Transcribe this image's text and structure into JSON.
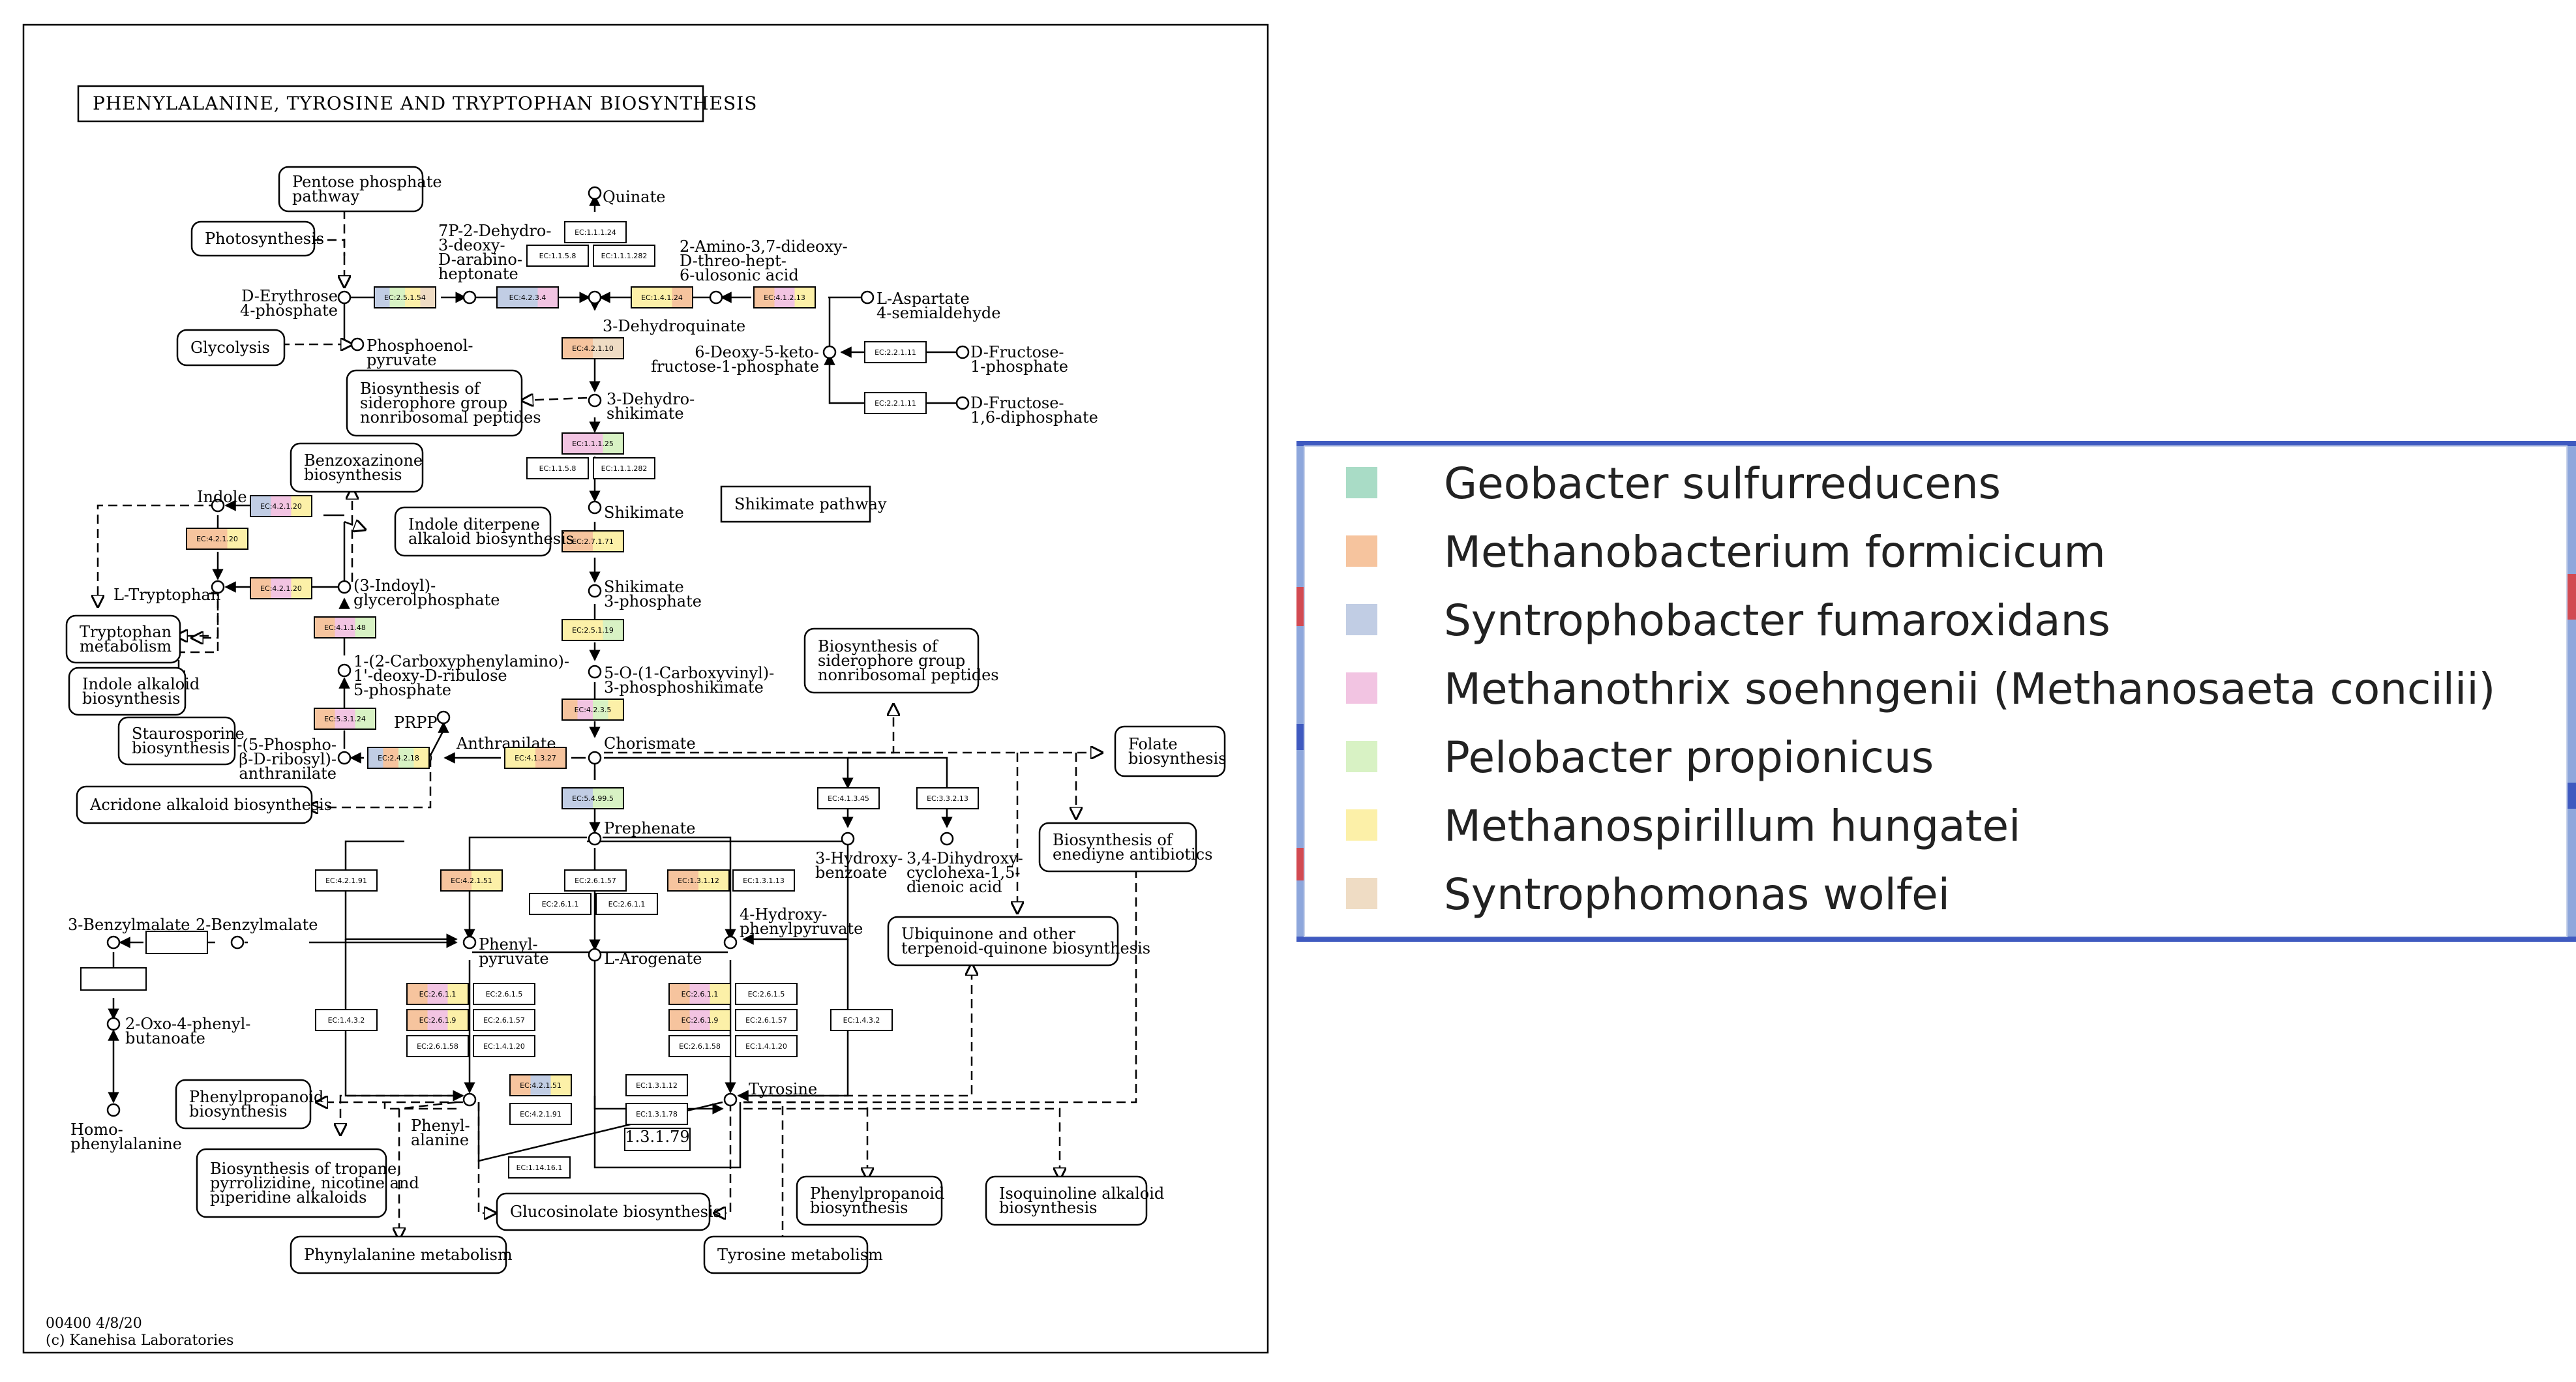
{
  "title": "PHENYLALANINE, TYROSINE AND TRYPTOPHAN BIOSYNTHESIS",
  "footer": {
    "code": "00400 4/8/20",
    "copyright": "(c) Kanehisa Laboratories"
  },
  "colors": {
    "Geobacter sulfurreducens": "#a9dcc6",
    "Methanobacterium formicicum": "#f6c49e",
    "Syntrophobacter fumaroxidans": "#c1cde4",
    "Methanothrix soehngenii (Methanosaeta concilii)": "#f2c4e2",
    "Pelobacter propionicus": "#d8f2c4",
    "Methanospirillum hungatei": "#fcf0a8",
    "Syntrophomonas wolfei": "#efdcc4"
  },
  "legend": {
    "items": [
      {
        "label": "Geobacter sulfurreducens",
        "color": "#a9dcc6"
      },
      {
        "label": "Methanobacterium formicicum",
        "color": "#f6c49e"
      },
      {
        "label": "Syntrophobacter fumaroxidans",
        "color": "#c1cde4"
      },
      {
        "label": "Methanothrix soehngenii (Methanosaeta concilii)",
        "color": "#f2c4e2"
      },
      {
        "label": "Pelobacter propionicus",
        "color": "#d8f2c4"
      },
      {
        "label": "Methanospirillum hungatei",
        "color": "#fcf0a8"
      },
      {
        "label": "Syntrophomonas wolfei",
        "color": "#efdcc4"
      }
    ]
  },
  "maps": [
    "Pentose phosphate pathway",
    "Photosynthesis",
    "Glycolysis",
    "Biosynthesis of siderophore group nonribosomal peptides",
    "Benzoxazinone biosynthesis",
    "Indole diterpene alkaloid biosynthesis",
    "Tryptophan metabolism",
    "Indole alkaloid biosynthesis",
    "Staurosporine biosynthesis",
    "Acridone alkaloid biosynthesis",
    "Shikimate pathway",
    "Folate biosynthesis",
    "Biosynthesis of enediyne antibiotics",
    "Ubiquinone and other terpenoid-quinone biosynthesis",
    "Phenylpropanoid biosynthesis",
    "Biosynthesis of tropane, pyrrolizidine, nicotine and piperidine alkaloids",
    "Glucosinolate biosynthesis",
    "Phenylalanine metabolism",
    "Tyrosine metabolism",
    "Isoquinoline alkaloid biosynthesis"
  ],
  "compounds": [
    "Quinate",
    "D-Erythrose 4-phosphate",
    "7P-2-Dehydro-3-deoxy-D-arabino-heptonate",
    "2-Amino-3,7-dideoxy-D-threo-hept-6-ulosonic acid",
    "L-Aspartate 4-semialdehyde",
    "3-Dehydroquinate",
    "Phosphoenol-pyruvate",
    "6-Deoxy-5-keto-fructose-1-phosphate",
    "D-Fructose-1-phosphate",
    "D-Fructose-1,6-diphosphate",
    "3-Dehydro-shikimate",
    "Shikimate",
    "Shikimate 3-phosphate",
    "5-O-(1-Carboxyvinyl)-3-phosphoshikimate",
    "Chorismate",
    "Prephenate",
    "Anthranilate",
    "PRPP",
    "Indole",
    "L-Tryptophan",
    "(3-Indoyl)-glycerolphosphate",
    "1-(2-Carboxyphenylamino)-1'-deoxy-D-ribulose 5-phosphate",
    "N-(5-Phospho-β-D-ribosyl)-anthranilate",
    "3-Hydroxy-benzoate",
    "3,4-Dihydroxy-cyclohexa-1,5-dienoic acid",
    "Phenyl-pyruvate",
    "4-Hydroxy-phenylpyruvate",
    "L-Arogenate",
    "Phenyl-alanine",
    "Tyrosine",
    "3-Benzylmalate",
    "2-Benzylmalate",
    "2-Oxo-4-phenyl-butanoate",
    "Homo-phenylalanine"
  ],
  "enzymes": [
    "EC:2.5.1.54",
    "EC:4.2.3.4",
    "EC:1.4.1.24",
    "EC:4.1.2.13",
    "EC:1.1.1.24",
    "EC:1.1.5.8",
    "EC:1.1.1.282",
    "EC:4.2.1.10",
    "EC:2.2.1.11",
    "EC:1.1.1.25",
    "EC:2.7.1.71",
    "EC:2.5.1.19",
    "EC:4.2.3.5",
    "EC:4.1.3.27",
    "EC:2.4.2.18",
    "EC:5.3.1.24",
    "EC:4.1.1.48",
    "EC:4.2.1.20",
    "EC:5.4.99.5",
    "EC:4.1.3.45",
    "EC:3.3.2.13",
    "EC:4.2.1.91",
    "EC:4.2.1.51",
    "EC:2.6.1.57",
    "EC:2.6.1.1",
    "EC:1.3.1.12",
    "EC:1.3.1.13",
    "EC:1.4.3.2",
    "EC:2.6.1.5",
    "EC:2.6.1.9",
    "EC:2.6.1.58",
    "EC:1.4.1.20",
    "EC:1.3.1.78",
    "EC:1.14.16.1",
    "1.3.1.79"
  ]
}
